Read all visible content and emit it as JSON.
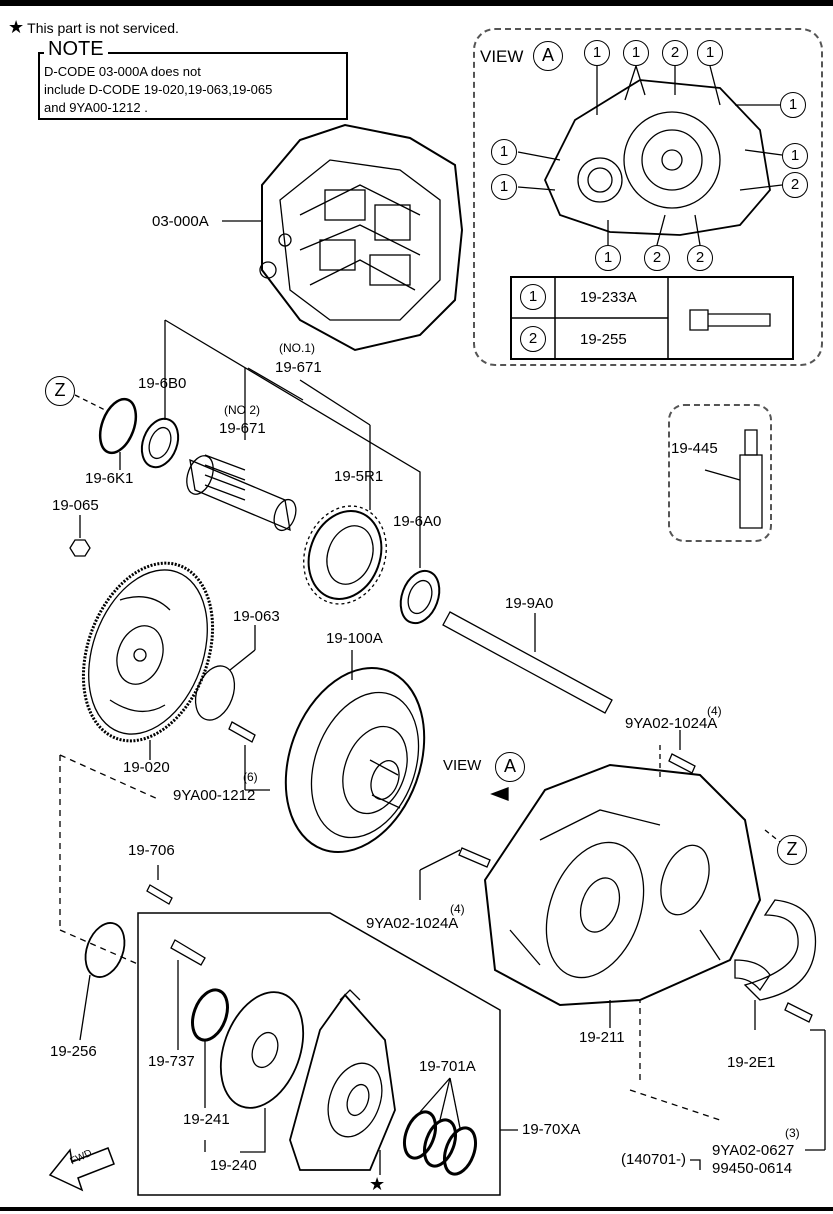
{
  "notice": {
    "star": "★",
    "text": "This part is not serviced."
  },
  "note": {
    "title": "NOTE",
    "line1": "D-CODE 03-000A does not",
    "line2": "include D-CODE 19-020,19-063,19-065",
    "line3": "and 9YA00-1212 ."
  },
  "view_a": {
    "label": "VIEW",
    "letter": "A",
    "callout_1": "1",
    "callout_2": "2",
    "table": {
      "row1": {
        "mark": "1",
        "code": "19-233A"
      },
      "row2": {
        "mark": "2",
        "code": "19-255"
      }
    }
  },
  "view_arrow": {
    "label": "VIEW",
    "letter": "A"
  },
  "ref_z": "Z",
  "parts": {
    "p_03000A": "03-000A",
    "p_no1": "(NO.1)",
    "p_19671a": "19-671",
    "p_no2": "(NO 2)",
    "p_19671b": "19-671",
    "p_196B0": "19-6B0",
    "p_196K1": "19-6K1",
    "p_195R1": "19-5R1",
    "p_196A0": "19-6A0",
    "p_19065": "19-065",
    "p_19063": "19-063",
    "p_19100A": "19-100A",
    "p_199A0": "19-9A0",
    "p_19020": "19-020",
    "p_qty6": "(6)",
    "p_9YA001212": "9YA00-1212",
    "p_qty4a": "(4)",
    "p_9YA021024A_a": "9YA02-1024A",
    "p_qty4b": "(4)",
    "p_9YA021024A_b": "9YA02-1024A",
    "p_19706": "19-706",
    "p_19256": "19-256",
    "p_19737": "19-737",
    "p_19241": "19-241",
    "p_19240": "19-240",
    "p_19701A": "19-701A",
    "p_1970XA": "19-70XA",
    "p_19211": "19-211",
    "p_192E1": "19-2E1",
    "p_19445": "19-445",
    "p_qty3": "(3)",
    "p_date": "(140701-)",
    "p_9YA020627": "9YA02-0627",
    "p_994500614": "99450-0614",
    "fwd": "FWD",
    "star": "★"
  }
}
